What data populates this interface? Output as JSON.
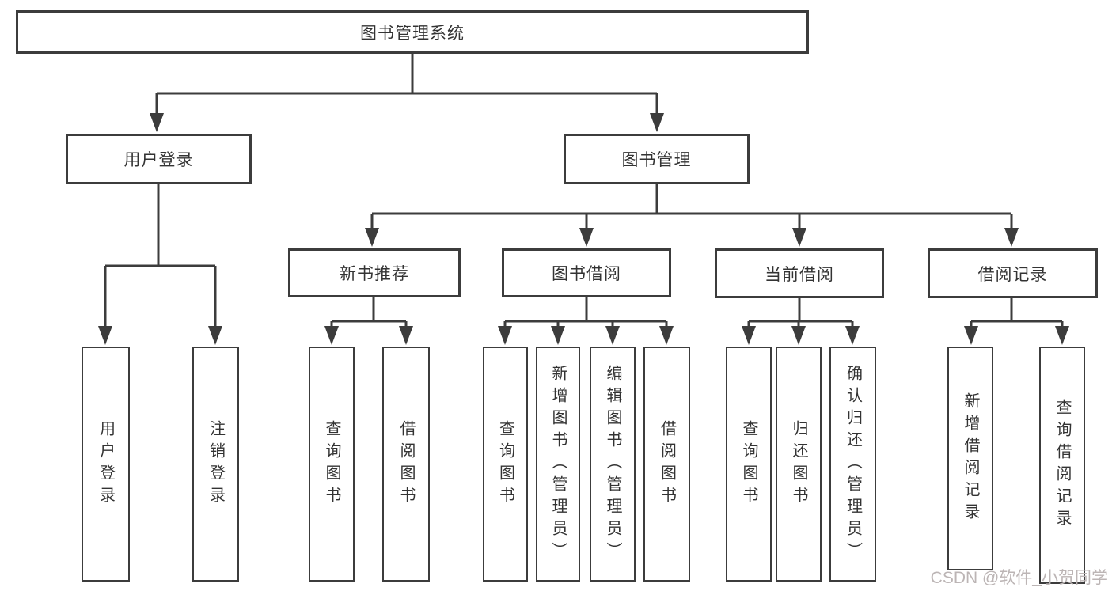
{
  "diagram": {
    "root": {
      "label": "图书管理系统",
      "children": [
        {
          "label": "用户登录",
          "children": [
            {
              "label": "用户登录"
            },
            {
              "label": "注销登录"
            }
          ]
        },
        {
          "label": "图书管理",
          "children": [
            {
              "label": "新书推荐",
              "children": [
                {
                  "label": "查询图书"
                },
                {
                  "label": "借阅图书"
                }
              ]
            },
            {
              "label": "图书借阅",
              "children": [
                {
                  "label": "查询图书"
                },
                {
                  "label": "新增图书（管理员）"
                },
                {
                  "label": "编辑图书（管理员）"
                },
                {
                  "label": "借阅图书"
                }
              ]
            },
            {
              "label": "当前借阅",
              "children": [
                {
                  "label": "查询图书"
                },
                {
                  "label": "归还图书"
                },
                {
                  "label": "确认归还（管理员）"
                }
              ]
            },
            {
              "label": "借阅记录",
              "children": [
                {
                  "label": "新增借阅记录"
                },
                {
                  "label": "查询借阅记录"
                }
              ]
            }
          ]
        }
      ]
    }
  },
  "watermark": "CSDN @软件_小贺同学",
  "colors": {
    "line": "#3c3c3c",
    "text": "#333333",
    "watermark": "#bcb5b5",
    "background": "#ffffff"
  }
}
